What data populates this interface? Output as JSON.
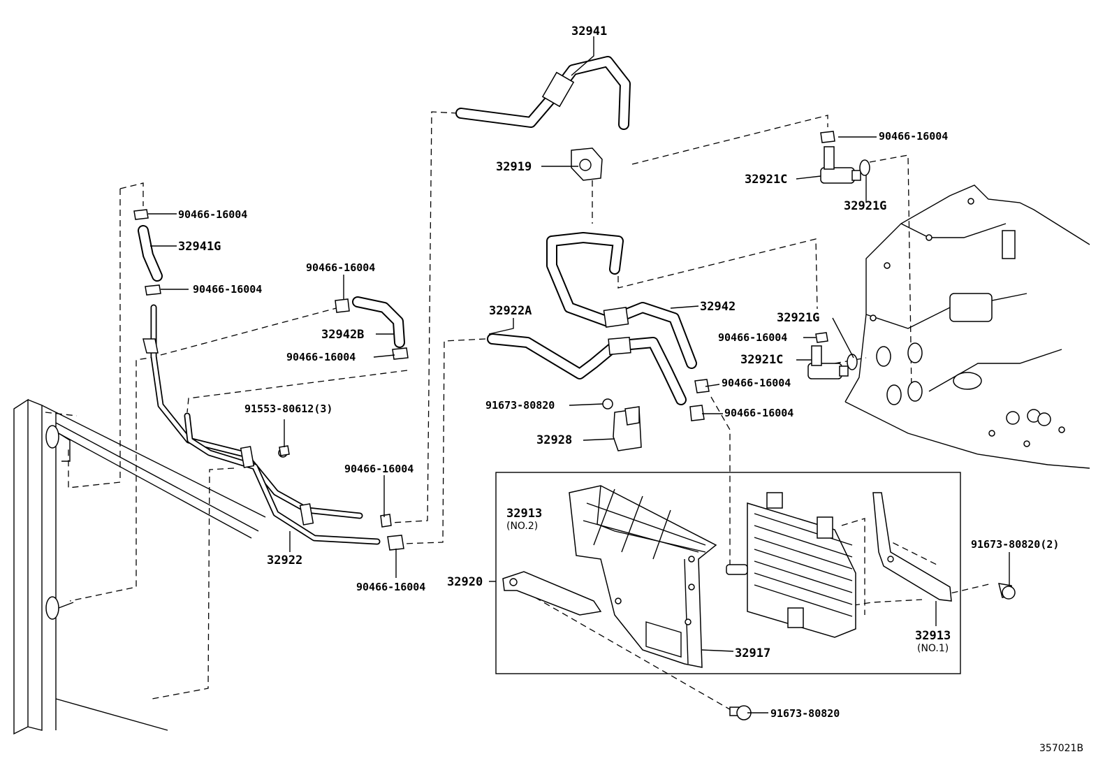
{
  "diagram": {
    "ref_code": "357021B",
    "callouts": [
      {
        "id": "c1",
        "text": "32941"
      },
      {
        "id": "c2",
        "text": "90466-16004"
      },
      {
        "id": "c3",
        "text": "32919"
      },
      {
        "id": "c4",
        "text": "32921C"
      },
      {
        "id": "c5",
        "text": "32921G"
      },
      {
        "id": "c6",
        "text": "90466-16004"
      },
      {
        "id": "c7",
        "text": "32941G"
      },
      {
        "id": "c8",
        "text": "90466-16004"
      },
      {
        "id": "c9",
        "text": "90466-16004"
      },
      {
        "id": "c10",
        "text": "32942B"
      },
      {
        "id": "c11",
        "text": "90466-16004"
      },
      {
        "id": "c12",
        "text": "32942"
      },
      {
        "id": "c13",
        "text": "32922A"
      },
      {
        "id": "c14",
        "text": "32921G"
      },
      {
        "id": "c15",
        "text": "90466-16004"
      },
      {
        "id": "c16",
        "text": "32921C"
      },
      {
        "id": "c17",
        "text": "90466-16004"
      },
      {
        "id": "c18",
        "text": "91553-80612(3)"
      },
      {
        "id": "c19",
        "text": "91673-80820"
      },
      {
        "id": "c20",
        "text": "90466-16004"
      },
      {
        "id": "c21",
        "text": "32928"
      },
      {
        "id": "c22",
        "text": "90466-16004"
      },
      {
        "id": "c23",
        "text": "32922"
      },
      {
        "id": "c24",
        "text": "90466-16004"
      },
      {
        "id": "c25",
        "text": "32913"
      },
      {
        "id": "c26",
        "text": "(NO.2)"
      },
      {
        "id": "c27",
        "text": "32920"
      },
      {
        "id": "c28",
        "text": "91673-80820(2)"
      },
      {
        "id": "c29",
        "text": "32913"
      },
      {
        "id": "c30",
        "text": "(NO.1)"
      },
      {
        "id": "c31",
        "text": "32917"
      },
      {
        "id": "c32",
        "text": "91673-80820"
      }
    ]
  }
}
